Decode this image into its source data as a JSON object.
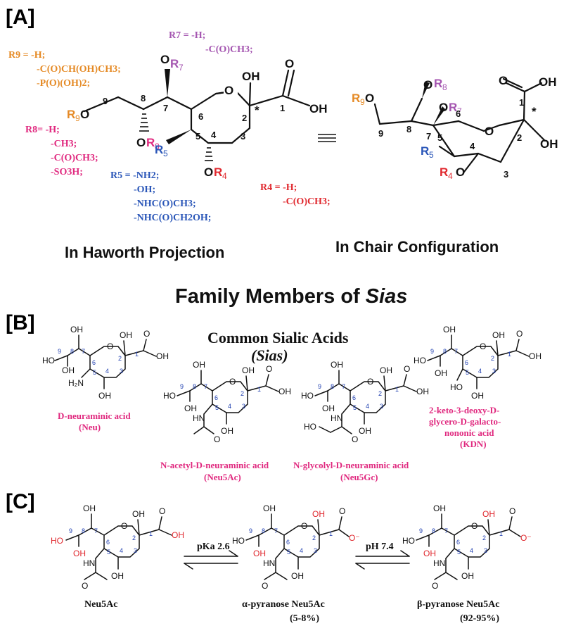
{
  "panels": {
    "a": "[A]",
    "b": "[B]",
    "c": "[C]"
  },
  "colors": {
    "r9": "#e58a25",
    "r8": "#e0297f",
    "r7": "#a455b0",
    "r5": "#2a56b8",
    "r4": "#e0282e",
    "name_pink": "#e0297f",
    "carbon_numbers": "#1f3fb0",
    "hydroxyl_red": "#e0282e"
  },
  "a": {
    "r9_title": "R9 = -H;",
    "r9_opts": [
      "-C(O)CH(OH)CH3;",
      "-P(O)(OH)2;"
    ],
    "r8_title": "R8= -H;",
    "r8_opts": [
      "-CH3;",
      "-C(O)CH3;",
      "-SO3H;"
    ],
    "r7_title": "R7 = -H;",
    "r7_opts": [
      "-C(O)CH3;"
    ],
    "r5_title": "R5 = -NH2;",
    "r5_opts": [
      "-OH;",
      "-NHC(O)CH3;",
      "-NHC(O)CH2OH;"
    ],
    "r4_title": "R4 = -H;",
    "r4_opts": [
      "-C(O)CH3;"
    ],
    "caption_haworth": "In Haworth Projection",
    "caption_chair": "In Chair Configuration"
  },
  "section_title_prefix": "Family Members of ",
  "section_title_em": "Sias",
  "b": {
    "heading_line1": "Common Sialic Acids",
    "heading_line2": "(Sias)",
    "compounds": [
      {
        "name_lines": [
          "D-neuraminic acid",
          "(Neu)"
        ]
      },
      {
        "name_lines": [
          "N-acetyl-D-neuraminic acid",
          "(Neu5Ac)"
        ]
      },
      {
        "name_lines": [
          "N-glycolyl-D-neuraminic acid",
          "(Neu5Gc)"
        ]
      },
      {
        "name_lines": [
          "2-keto-3-deoxy-D-",
          "glycero-D-galacto-",
          "nononic acid",
          "(KDN)"
        ]
      }
    ]
  },
  "c": {
    "eq1_label": "pKa 2.6",
    "eq2_label": "pH 7.4",
    "forms": [
      {
        "name": "Neu5Ac",
        "pct": ""
      },
      {
        "name": "α-pyranose Neu5Ac",
        "pct": "(5-8%)"
      },
      {
        "name": "β-pyranose Neu5Ac",
        "pct": "(92-95%)"
      }
    ]
  }
}
